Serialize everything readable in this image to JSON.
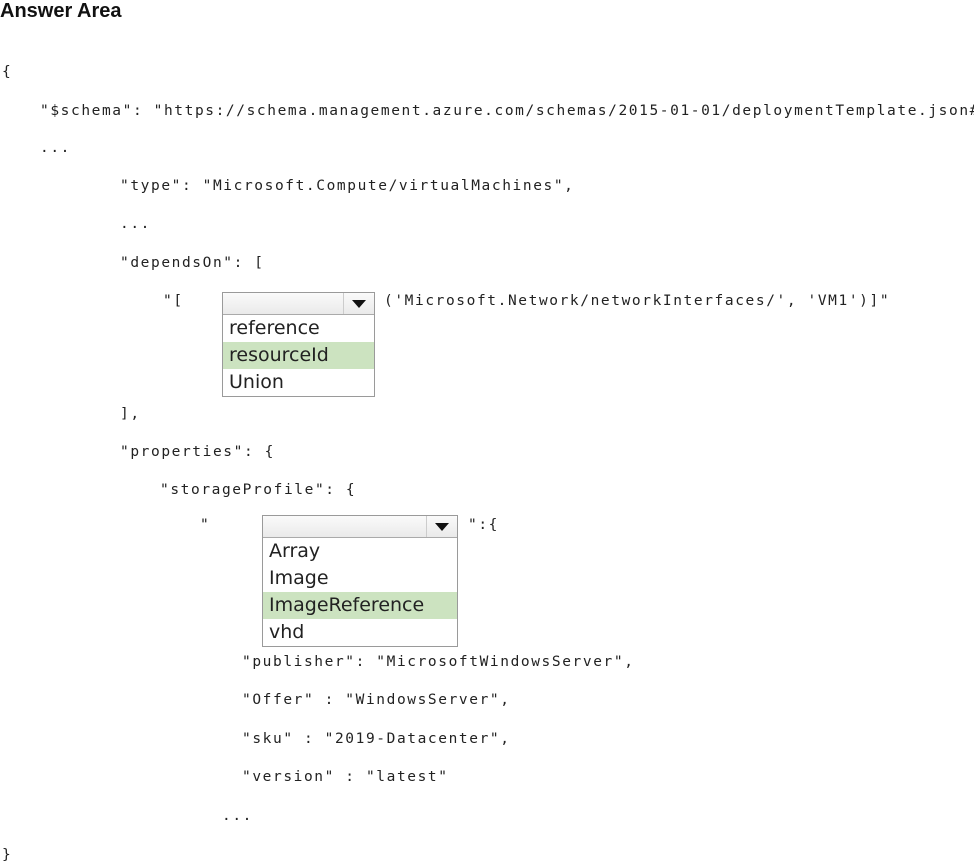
{
  "title": "Answer Area",
  "code": {
    "open": "{",
    "schema": "\"$schema\": \"https://schema.management.azure.com/schemas/2015-01-01/deploymentTemplate.json#\",",
    "ellipsis1": "...",
    "type": "\"type\": \"Microsoft.Compute/virtualMachines\",",
    "ellipsis2": "...",
    "depends_on": "\"dependsOn\": [",
    "depends_prefix": "\"[",
    "depends_suffix": "('Microsoft.Network/networkInterfaces/', 'VM1')]\"",
    "depends_close": "],",
    "properties": "\"properties\": {",
    "storage_profile": "\"storageProfile\": {",
    "key_prefix": "\"",
    "key_suffix": "\":{",
    "publisher": "\"publisher\": \"MicrosoftWindowsServer\",",
    "offer": "\"Offer\" : \"WindowsServer\",",
    "sku": "\"sku\" : \"2019-Datacenter\",",
    "version": "\"version\" : \"latest\"",
    "ellipsis3": "...",
    "close": "}"
  },
  "dropdown1": {
    "options": [
      "reference",
      "resourceId",
      "Union"
    ],
    "selected": "resourceId"
  },
  "dropdown2": {
    "options": [
      "Array",
      "Image",
      "ImageReference",
      "vhd"
    ],
    "selected": "ImageReference"
  },
  "colors": {
    "selected": "#cce3c0"
  }
}
